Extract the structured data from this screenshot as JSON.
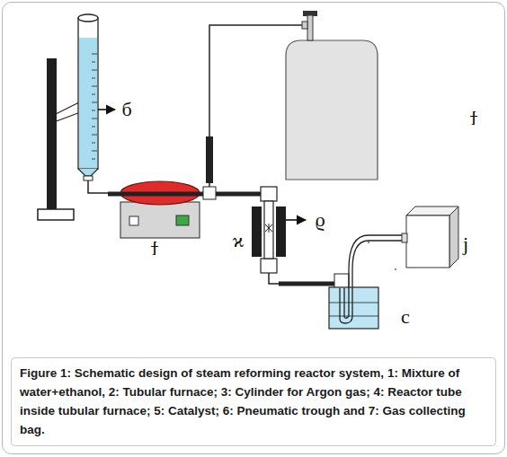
{
  "diagram": {
    "caption": "Figure 1: Schematic design of steam reforming reactor system, 1: Mixture of water+ethanol, 2: Tubular furnace; 3: Cylinder for Argon gas; 4: Reactor tube inside tubular furnace; 5: Catalyst; 6: Pneumatic trough and 7: Gas collecting bag.",
    "labels": [
      "б",
      "ϯ",
      "ϱ",
      "ϰ",
      "j",
      "ϯ",
      "c"
    ]
  }
}
